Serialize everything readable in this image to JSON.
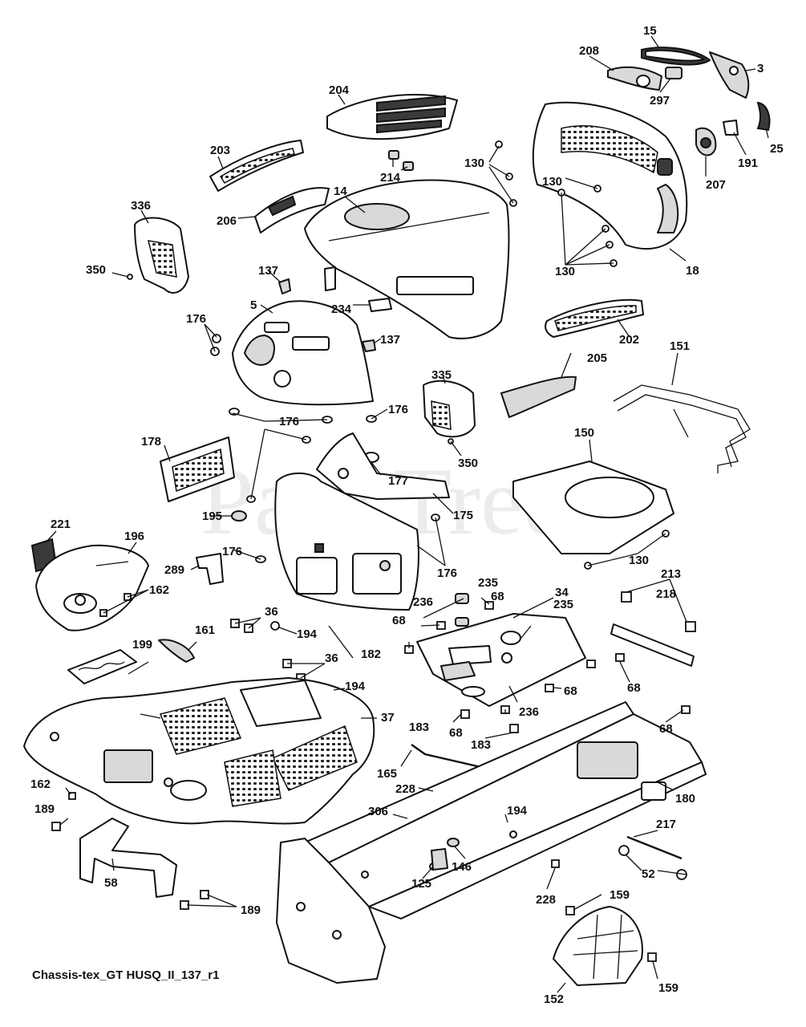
{
  "watermark": "PartsTree",
  "caption": "Chassis-tex_GT HUSQ_II_137_r1",
  "callouts": {
    "c15": "15",
    "c208": "208",
    "c3": "3",
    "c297": "297",
    "c25": "25",
    "c191": "191",
    "c207": "207",
    "c204": "204",
    "c203": "203",
    "c214": "214",
    "c130": "130",
    "c14": "14",
    "c206": "206",
    "c336": "336",
    "c350": "350",
    "c137": "137",
    "c18": "18",
    "c5": "5",
    "c176": "176",
    "c234": "234",
    "c202": "202",
    "c151": "151",
    "c335": "335",
    "c205": "205",
    "c178": "178",
    "c177": "177",
    "c150": "150",
    "c195": "195",
    "c175": "175",
    "c221": "221",
    "c196": "196",
    "c289": "289",
    "c162": "162",
    "c213": "213",
    "c36": "36",
    "c235": "235",
    "c34": "34",
    "c68": "68",
    "c236": "236",
    "c218": "218",
    "c199": "199",
    "c161": "161",
    "c194": "194",
    "c182": "182",
    "c37": "37",
    "c183": "183",
    "c165": "165",
    "c228": "228",
    "c189": "189",
    "c306": "306",
    "c180": "180",
    "c217": "217",
    "c58": "58",
    "c146": "146",
    "c125": "125",
    "c52": "52",
    "c159": "159",
    "c152": "152"
  }
}
